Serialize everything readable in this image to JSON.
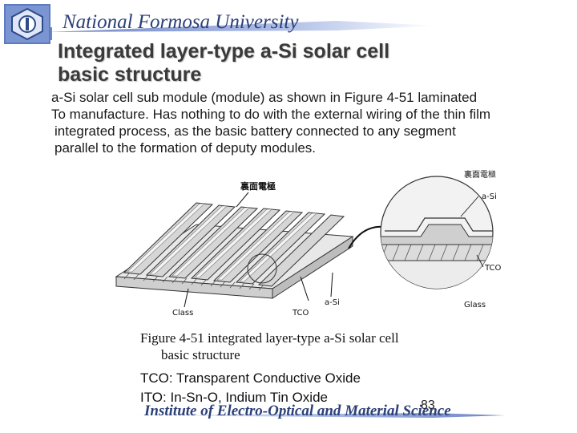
{
  "header": {
    "university": "National Formosa University"
  },
  "slide": {
    "title_line1": "Integrated layer-type a-Si solar cell",
    "title_line2": "basic structure",
    "body_lines": [
      "a-Si solar cell sub module (module) as shown in Figure 4-51 laminated",
      "To manufacture. Has nothing to do with the external wiring of the thin film",
      " integrated process, as the basic battery connected to any segment",
      " parallel to the formation of deputy modules."
    ],
    "figure": {
      "label_back_electrode": "裏面電極",
      "label_back_electrode_zoom": "裏面電極",
      "label_asi_zoom": "a-Si",
      "label_tco_zoom": "TCO",
      "label_glass_zoom": "Glass",
      "label_class": "Class",
      "label_tco": "TCO",
      "label_asi": "a-Si"
    },
    "caption_line1": "Figure 4-51 integrated layer-type a-Si solar cell",
    "caption_line2": "basic structure",
    "def_tco": "TCO: Transparent Conductive Oxide",
    "def_ito": "ITO: In-Sn-O, Indium Tin Oxide",
    "page_number": "83"
  },
  "footer": {
    "institute": "Institute of Electro-Optical and Material Science"
  }
}
